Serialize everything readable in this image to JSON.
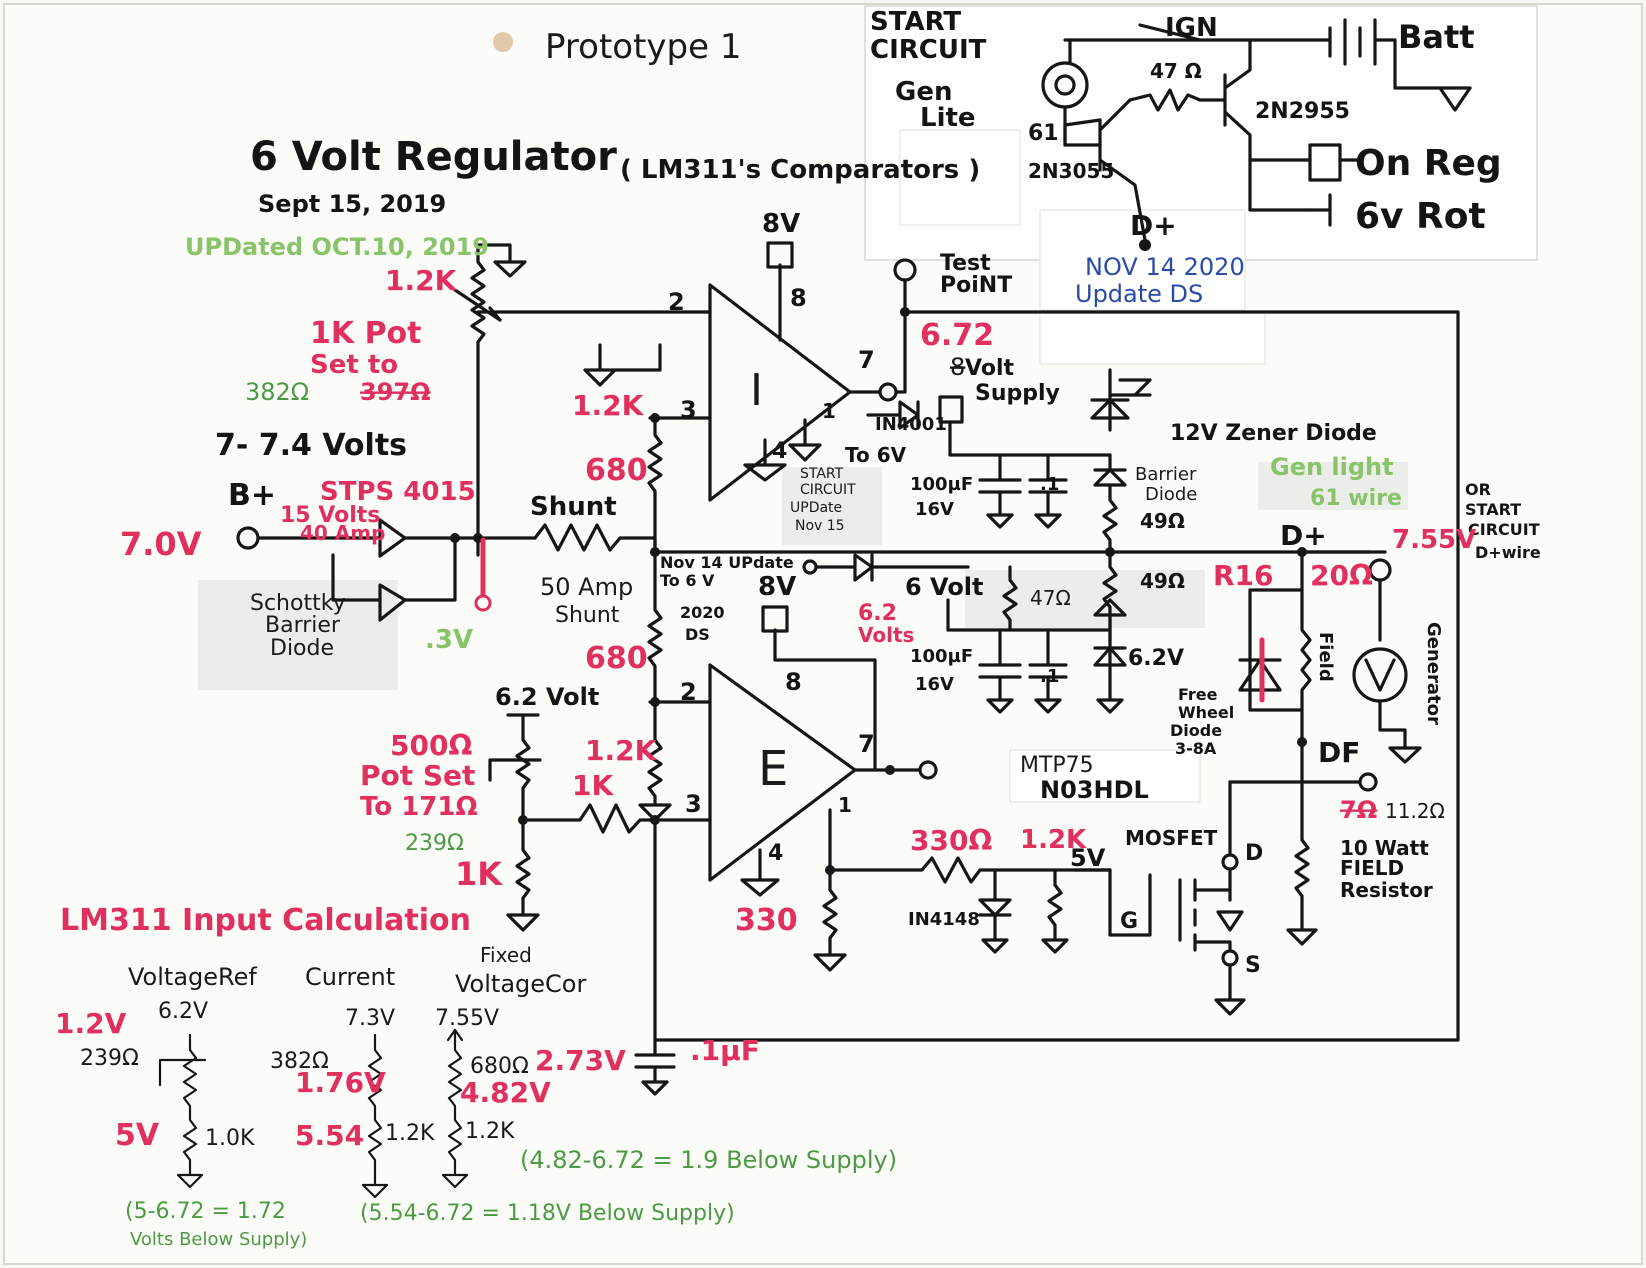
{
  "header": {
    "prototype": "Prototype 1",
    "title": "6 Volt Regulator",
    "subtitle": "( LM311's Comparators )",
    "date": "Sept 15, 2019",
    "updated": "UPDated OCT.10, 2019"
  },
  "start_circuit": {
    "title_line1": "START",
    "title_line2": "CIRCUIT",
    "gen_line1": "Gen",
    "gen_line2": "Lite",
    "ign": "IGN",
    "batt": "Batt",
    "r47": "47 Ω",
    "q1": "2N2955",
    "q2_pin": "61",
    "q2": "2N3055",
    "on_reg": "On Reg",
    "six_v_rot": "6v Rot",
    "d_plus": "D+",
    "update_line1": "NOV 14 2020",
    "update_line2": "Update DS"
  },
  "comparator_i": {
    "label": "I",
    "supply": "8V",
    "pin2": "2",
    "pin3": "3",
    "pin4": "4",
    "pin8": "8",
    "pin7": "7",
    "pin1": "1",
    "test_point_line1": "Test",
    "test_point_line2": "PoiNT",
    "output_voltage": "6.72",
    "supply_note_strike": "8",
    "supply_note_line1": "Volt",
    "supply_note_line2": "Supply",
    "diode": "IN4001",
    "to6v": "To 6V",
    "start_note_line1": "START",
    "start_note_line2": "CIRCUIT",
    "start_note_line3": "UPDate",
    "start_note_line4": "Nov 15"
  },
  "comparator_e": {
    "label": "E",
    "supply": "8V",
    "pin2": "2",
    "pin3": "3",
    "pin4": "4",
    "pin8": "8",
    "pin7": "7",
    "pin1": "1"
  },
  "left_network": {
    "r_top": "1.2K",
    "pot": "1K Pot",
    "pot_set": "Set to",
    "pot_val_new": "382Ω",
    "pot_val_old": "397Ω",
    "range": "7- 7.4 Volts",
    "b_plus": "B+",
    "b_plus_v": "7.0V",
    "diode_part": "STPS 4015",
    "diode_spec_1": "15 Volts",
    "diode_spec_2": "40 Amp",
    "drop": ".3V",
    "schottky_line1": "Schottky",
    "schottky_line2": "Barrier",
    "schottky_line3": "Diode",
    "shunt": "Shunt",
    "shunt_note_line1": "50 Amp",
    "shunt_note_line2": "Shunt",
    "r_12k_a": "1.2K",
    "r_680_a": "680",
    "r_680_b": "680",
    "r_12k_b": "1.2K",
    "nov_note_line1": "Nov 14 UPdate",
    "nov_note_line2": "To 6 V",
    "nov_note_line3": "2020",
    "nov_note_line4": "DS",
    "ref_6v2": "6.2 Volt",
    "pot500": "500Ω",
    "pot500_set": "Pot Set",
    "pot500_to": "To 171Ω",
    "pot500_new": "239Ω",
    "r_1k": "1K",
    "r_1k_b": "1K"
  },
  "right_network": {
    "zener12": "12V Zener Diode",
    "cap1": "100µF",
    "cap1v": "16V",
    "cap2": ".1",
    "barrier_line1": "Barrier",
    "barrier_line2": "Diode",
    "r49a": "49Ω",
    "r49b": "49Ω",
    "gen_light": "Gen light",
    "wire61": "61 wire",
    "or_note_line1": "OR",
    "or_note_line2": "START",
    "or_note_line3": "CIRCUIT",
    "or_note_line4": "D+wire",
    "v755": "7.55V",
    "d_plus": "D+",
    "six_volt": "6 Volt",
    "volts62_line1": "6.2",
    "volts62_line2": "Volts",
    "r47": "47Ω",
    "z62": "6.2V",
    "cap3": "100µF",
    "cap3v": "16V",
    "cap4": ".1",
    "r16": "R16",
    "r_field": "20Ω",
    "field": "Field",
    "generator": "Generator",
    "freewheel_line1": "Free",
    "freewheel_line2": "Wheel",
    "freewheel_line3": "Diode",
    "freewheel_line4": "3-8A",
    "df": "DF",
    "mosfet_line1": "MTP75",
    "mosfet_line2": "N03HDL",
    "mosfet": "MOSFET",
    "d": "D",
    "s": "S",
    "g": "G",
    "r330": "330Ω",
    "r12k": "1.2K",
    "v5": "5V",
    "diode4148": "IN4148",
    "r330b": "330",
    "field_r_old": "7Ω",
    "field_r_new": "11.2Ω",
    "field_r_line1": "10 Watt",
    "field_r_line2": "FIELD",
    "field_r_line3": "Resistor",
    "cap_bottom": ".1µF"
  },
  "calculations": {
    "title": "LM311 Input Calculation",
    "col1_head": "VoltageRef",
    "col2_head": "Current",
    "col3_head_1": "Fixed",
    "col3_head_2": "VoltageCor",
    "c1_top_v": "6.2V",
    "c1_out": "1.2V",
    "c1_pot": "239Ω",
    "c1_tap": "5V",
    "c1_r": "1.0K",
    "c2_top_v": "7.3V",
    "c2_pot": "382Ω",
    "c2_drop": "1.76V",
    "c2_tap": "5.54",
    "c2_r": "1.2K",
    "c3_top_v": "7.55V",
    "c3_r": "680Ω",
    "c3_drop": "2.73V",
    "c3_tap": "4.82V",
    "c3_r2": "1.2K",
    "note1": "(4.82-6.72 = 1.9 Below Supply)",
    "note2_line1": "(5-6.72 = 1.72",
    "note2_line2": "Volts Below Supply)",
    "note3": "(5.54-6.72 = 1.18V Below Supply)"
  }
}
